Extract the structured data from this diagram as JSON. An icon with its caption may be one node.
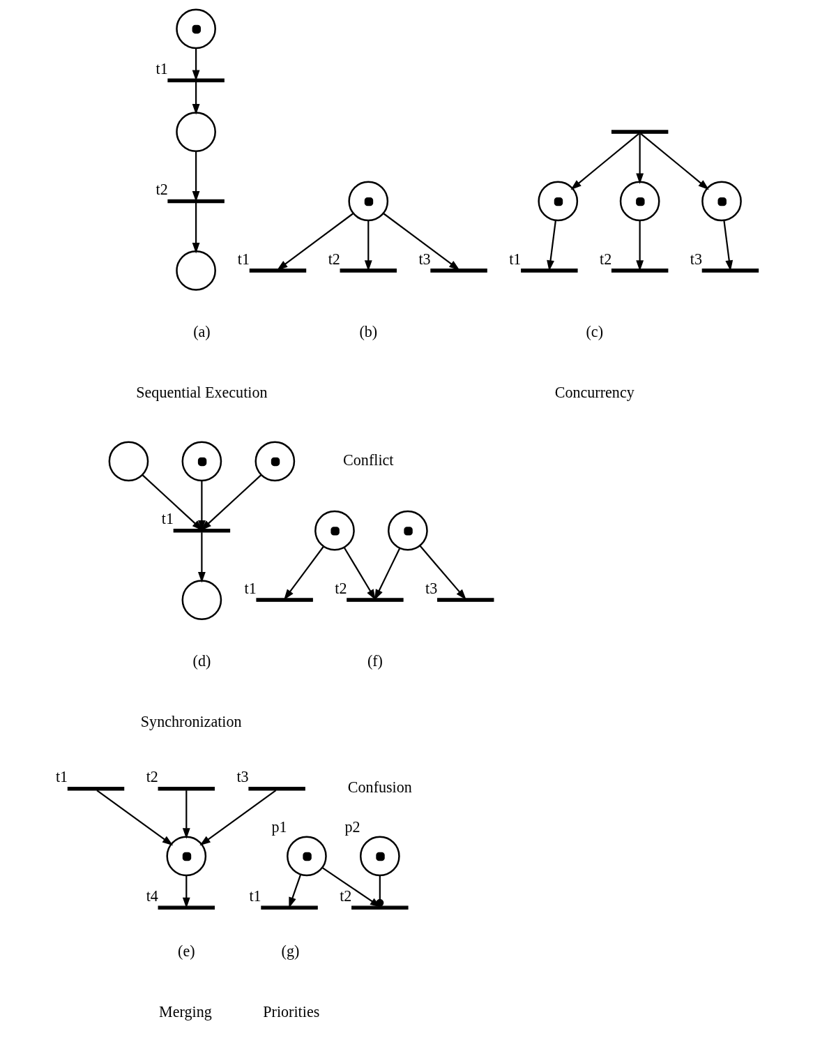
{
  "diagram": {
    "nodes": [
      {
        "text": [],
        "shape": "bullseye"
      },
      {
        "text": [],
        "shape": "bar",
        "beside": [
          "t1"
        ]
      },
      {
        "text": [],
        "shape": "circle"
      },
      {
        "text": [],
        "shape": "bar",
        "beside": [
          "t2"
        ]
      },
      {
        "text": [],
        "shape": "circle"
      },
      {
        "text": [],
        "shape": "bullseye"
      },
      {
        "text": [],
        "shape": "bar",
        "beside": [
          "t1"
        ]
      },
      {
        "text": [],
        "shape": "bar",
        "beside": [
          "t2"
        ]
      },
      {
        "text": [],
        "shape": "bar",
        "beside": [
          "t3"
        ]
      },
      {
        "text": [],
        "shape": "bar"
      },
      {
        "text": [],
        "shape": "bullseye"
      },
      {
        "text": [],
        "shape": "bullseye"
      },
      {
        "text": [],
        "shape": "bullseye"
      },
      {
        "text": [],
        "shape": "bar",
        "beside": [
          "t1"
        ]
      },
      {
        "text": [],
        "shape": "bar",
        "beside": [
          "t2"
        ]
      },
      {
        "text": [],
        "shape": "bar",
        "beside": [
          "t3"
        ]
      },
      {
        "text": [],
        "shape": "circle"
      },
      {
        "text": [],
        "shape": "bullseye"
      },
      {
        "text": [],
        "shape": "bullseye"
      },
      {
        "text": [],
        "shape": "bar",
        "beside": [
          "t1"
        ]
      },
      {
        "text": [],
        "shape": "circle"
      },
      {
        "text": [],
        "shape": "bullseye"
      },
      {
        "text": [],
        "shape": "bullseye"
      },
      {
        "text": [],
        "shape": "bar",
        "beside": [
          "t1"
        ]
      },
      {
        "text": [],
        "shape": "bar",
        "beside": [
          "t2"
        ]
      },
      {
        "text": [],
        "shape": "bar",
        "beside": [
          "t3"
        ]
      },
      {
        "text": [],
        "shape": "bar",
        "beside": [
          "t1"
        ]
      },
      {
        "text": [],
        "shape": "bar",
        "beside": [
          "t2"
        ]
      },
      {
        "text": [],
        "shape": "bar",
        "beside": [
          "t3"
        ]
      },
      {
        "text": [],
        "shape": "bullseye"
      },
      {
        "text": [],
        "shape": "bar",
        "beside": [
          "t4"
        ]
      },
      {
        "text": [],
        "shape": "bullseye",
        "beside": [
          "p1"
        ]
      },
      {
        "text": [],
        "shape": "bullseye",
        "beside": [
          "p2"
        ]
      },
      {
        "text": [],
        "shape": "bar",
        "beside": [
          "t1"
        ]
      },
      {
        "text": [],
        "shape": "bar",
        "beside": [
          "t2"
        ]
      }
    ],
    "edges": [
      {
        "from": 0,
        "to": 1,
        "arrow": "to"
      },
      {
        "from": 1,
        "to": 2,
        "arrow": "to"
      },
      {
        "from": 2,
        "to": 3,
        "arrow": "to"
      },
      {
        "from": 3,
        "to": 4,
        "arrow": "to"
      },
      {
        "from": 5,
        "to": 6,
        "arrow": "to"
      },
      {
        "from": 5,
        "to": 7,
        "arrow": "to"
      },
      {
        "from": 5,
        "to": 8,
        "arrow": "to"
      },
      {
        "from": 9,
        "to": 10,
        "arrow": "to"
      },
      {
        "from": 9,
        "to": 11,
        "arrow": "to"
      },
      {
        "from": 9,
        "to": 12,
        "arrow": "to"
      },
      {
        "from": 10,
        "to": 13,
        "arrow": "to"
      },
      {
        "from": 11,
        "to": 14,
        "arrow": "to"
      },
      {
        "from": 12,
        "to": 15,
        "arrow": "to"
      },
      {
        "from": 16,
        "to": 19,
        "arrow": "to"
      },
      {
        "from": 17,
        "to": 19,
        "arrow": "to"
      },
      {
        "from": 18,
        "to": 19,
        "arrow": "to"
      },
      {
        "from": 19,
        "to": 20,
        "arrow": "to"
      },
      {
        "from": 21,
        "to": 23,
        "arrow": "to"
      },
      {
        "from": 21,
        "to": 24,
        "arrow": "to"
      },
      {
        "from": 22,
        "to": 24,
        "arrow": "to"
      },
      {
        "from": 22,
        "to": 25,
        "arrow": "to"
      },
      {
        "from": 26,
        "to": 29,
        "arrow": "to"
      },
      {
        "from": 27,
        "to": 29,
        "arrow": "to"
      },
      {
        "from": 28,
        "to": 29,
        "arrow": "to"
      },
      {
        "from": 29,
        "to": 30,
        "arrow": "to"
      },
      {
        "from": 31,
        "to": 33,
        "arrow": "to"
      },
      {
        "from": 31,
        "to": 34,
        "arrow": "to"
      },
      {
        "from": 32,
        "to": 34,
        "arrow": "other"
      }
    ],
    "labels": [
      "(a)",
      "Sequential Execution",
      "(b)",
      "Conflict",
      "(c)",
      "Concurrency",
      "(d)",
      "Synchronization",
      "(f)",
      "Confusion",
      "(e)",
      "Merging",
      "(g)",
      "Priorities"
    ]
  }
}
